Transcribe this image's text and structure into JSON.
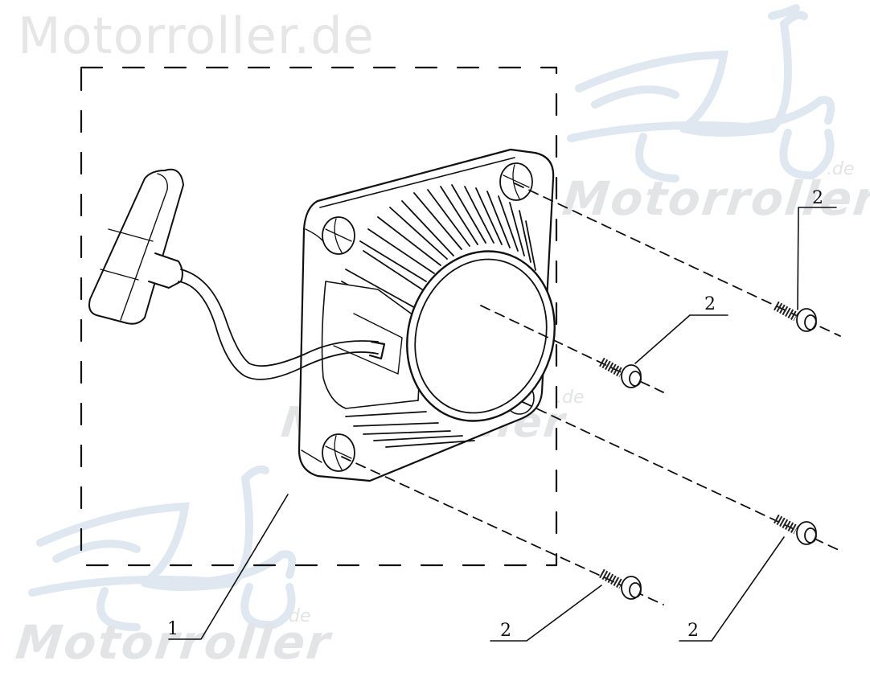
{
  "watermarks": {
    "top_left": "Motorroller.de",
    "logo_word": "Motorroller",
    "logo_suffix": ".de"
  },
  "diagram": {
    "subject": "recoil starter assembly exploded view",
    "callouts": [
      {
        "id": "callout-1",
        "label": "1",
        "part": "recoil starter assembly"
      },
      {
        "id": "callout-2a",
        "label": "2",
        "part": "flange bolt (upper right)"
      },
      {
        "id": "callout-2b",
        "label": "2",
        "part": "flange bolt (middle)"
      },
      {
        "id": "callout-2c",
        "label": "2",
        "part": "flange bolt (lower middle)"
      },
      {
        "id": "callout-2d",
        "label": "2",
        "part": "flange bolt (lower right)"
      }
    ]
  },
  "colors": {
    "line": "#111111",
    "watermark_text": "#e3e4e6",
    "watermark_logo": "#dfe8f1",
    "background": "#ffffff"
  }
}
